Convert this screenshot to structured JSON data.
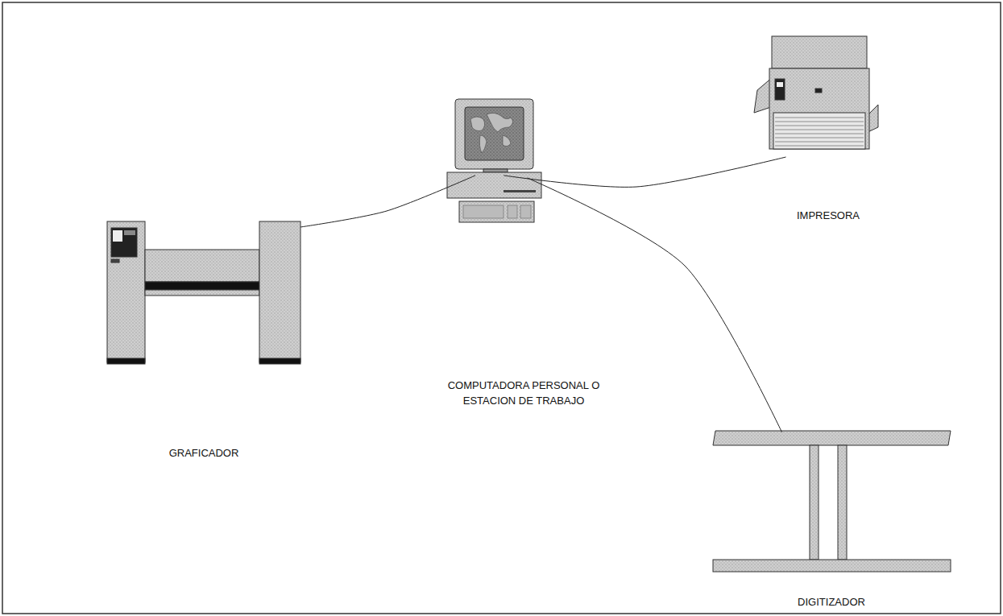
{
  "diagram": {
    "nodes": [
      {
        "text": [
          "GRAFICADOR"
        ]
      },
      {
        "text": [
          "COMPUTADORA PERSONAL O ESTACION DE TRABAJO"
        ]
      },
      {
        "text": [
          "IMPRESORA"
        ]
      },
      {
        "text": [
          "DIGITIZADOR"
        ]
      }
    ],
    "edges": [
      {
        "from": 1,
        "to": 0,
        "arrow": "none"
      },
      {
        "from": 1,
        "to": 2,
        "arrow": "none"
      },
      {
        "from": 1,
        "to": 3,
        "arrow": "none"
      }
    ]
  }
}
